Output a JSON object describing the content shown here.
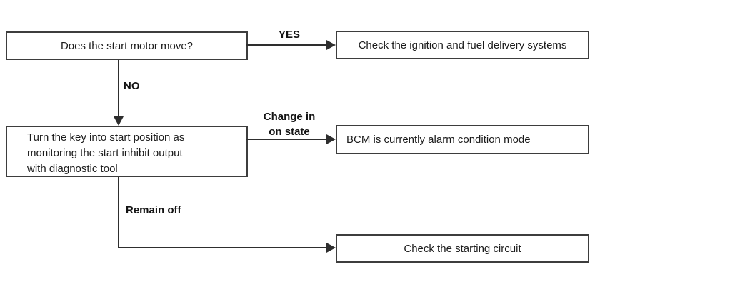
{
  "diagram": {
    "background": "#ffffff",
    "line_color": "#2e2e2e",
    "nodes": {
      "start_question": {
        "text": "Does the start motor move?"
      },
      "ignition_check": {
        "text": "Check the ignition and fuel delivery systems"
      },
      "key_turn": {
        "line1": "Turn the key into start position as",
        "line2": "monitoring the start inhibit output",
        "line3": "with diagnostic tool"
      },
      "bcm_alarm": {
        "text": "BCM is currently alarm condition mode"
      },
      "starting_circuit": {
        "text": "Check the starting circuit"
      }
    },
    "edge_labels": {
      "yes": "YES",
      "no": "NO",
      "change_line1": "Change in",
      "change_line2": "on state",
      "remain_off": "Remain off"
    }
  }
}
